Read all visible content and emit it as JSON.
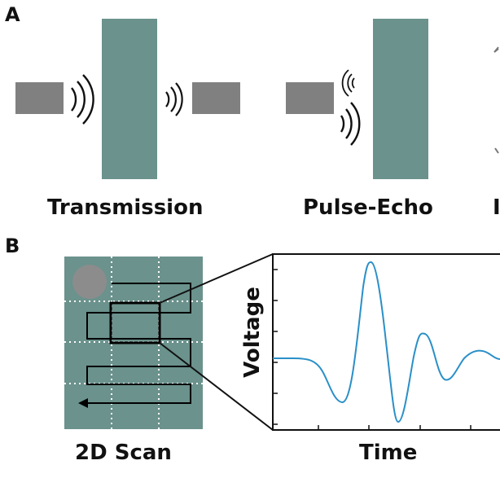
{
  "panels": {
    "a": {
      "letter": "A",
      "captions": [
        "Transmission",
        "Pulse-Echo",
        "I"
      ]
    },
    "b": {
      "letter": "B",
      "scan_caption": "2D Scan",
      "ylabel": "Voltage",
      "xlabel": "Time"
    }
  },
  "colors": {
    "specimen": "#6b928d",
    "transducer": "#808080",
    "defect": "#8c8c8c",
    "scan_path": "#000000",
    "signal": "#2a8fc8",
    "grid": "#ffffff"
  }
}
